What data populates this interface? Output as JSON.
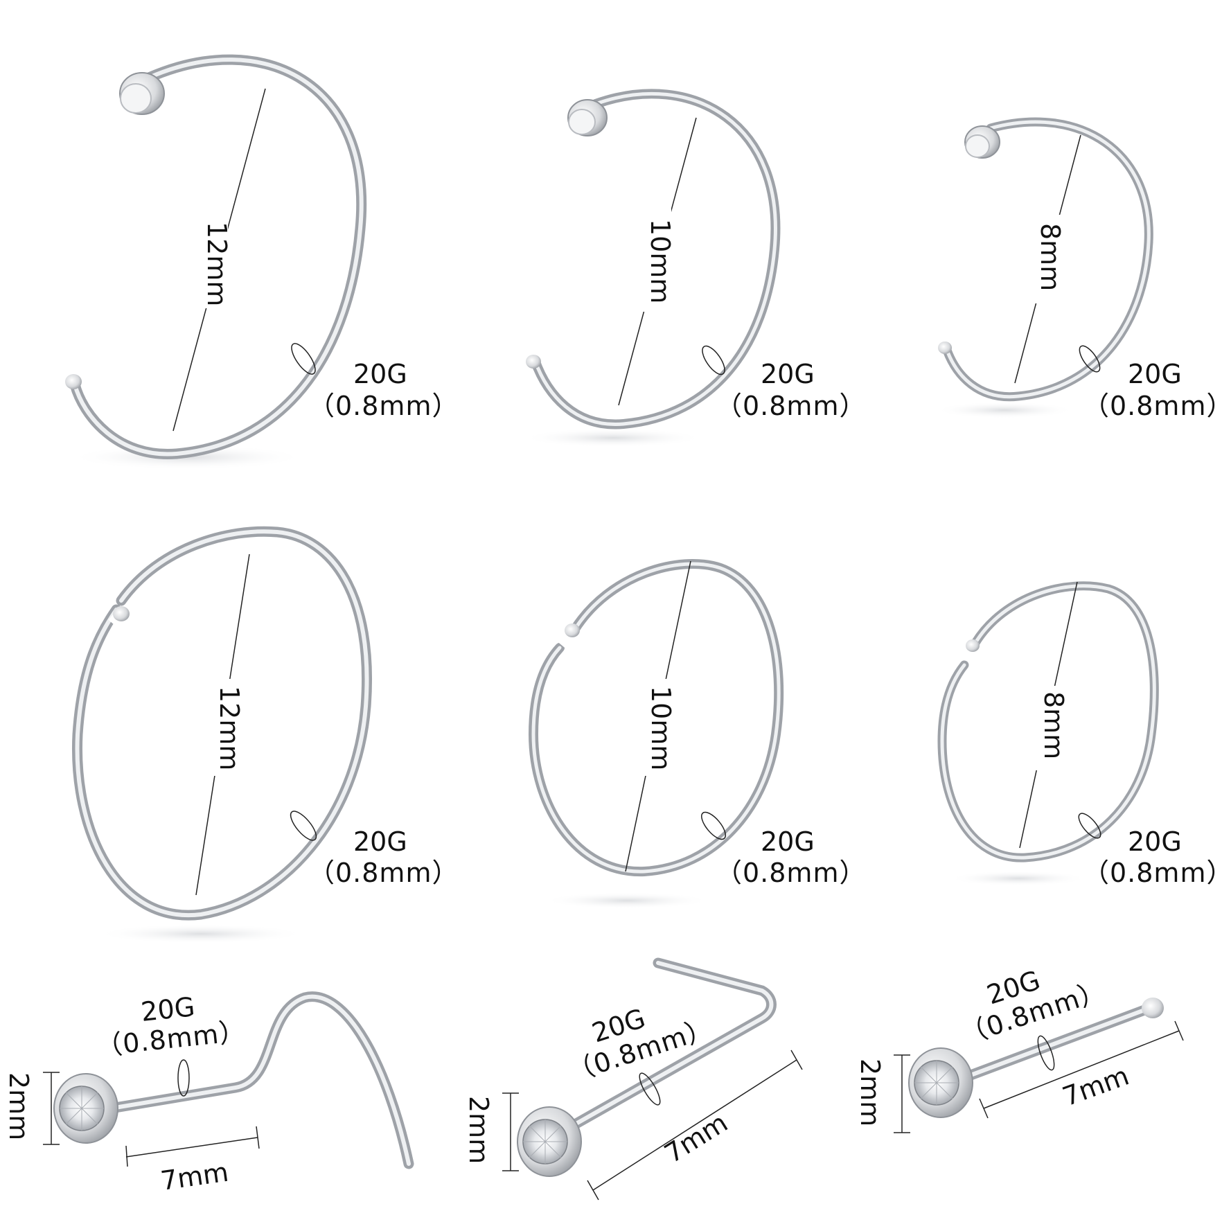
{
  "colors": {
    "metal_light": "#f2f3f5",
    "metal_mid": "#c9ccd1",
    "metal_dark": "#8a8e95",
    "line": "#222222",
    "background": "#ffffff"
  },
  "row1_hoops": [
    {
      "diameter": "12mm",
      "gauge": "20G",
      "gauge_mm": "（0.8mm）"
    },
    {
      "diameter": "10mm",
      "gauge": "20G",
      "gauge_mm": "（0.8mm）"
    },
    {
      "diameter": "8mm",
      "gauge": "20G",
      "gauge_mm": "（0.8mm）"
    }
  ],
  "row2_rings": [
    {
      "diameter": "12mm",
      "gauge": "20G",
      "gauge_mm": "（0.8mm）"
    },
    {
      "diameter": "10mm",
      "gauge": "20G",
      "gauge_mm": "（0.8mm）"
    },
    {
      "diameter": "8mm",
      "gauge": "20G",
      "gauge_mm": "（0.8mm）"
    }
  ],
  "row3_studs": [
    {
      "style": "screw",
      "gauge": "20G",
      "gauge_mm": "（0.8mm）",
      "gem": "2mm",
      "length": "7mm"
    },
    {
      "style": "l-shape",
      "gauge": "20G",
      "gauge_mm": "（0.8mm）",
      "gem": "2mm",
      "length": "7mm"
    },
    {
      "style": "straight",
      "gauge": "20G",
      "gauge_mm": "（0.8mm）",
      "gem": "2mm",
      "length": "7mm"
    }
  ]
}
